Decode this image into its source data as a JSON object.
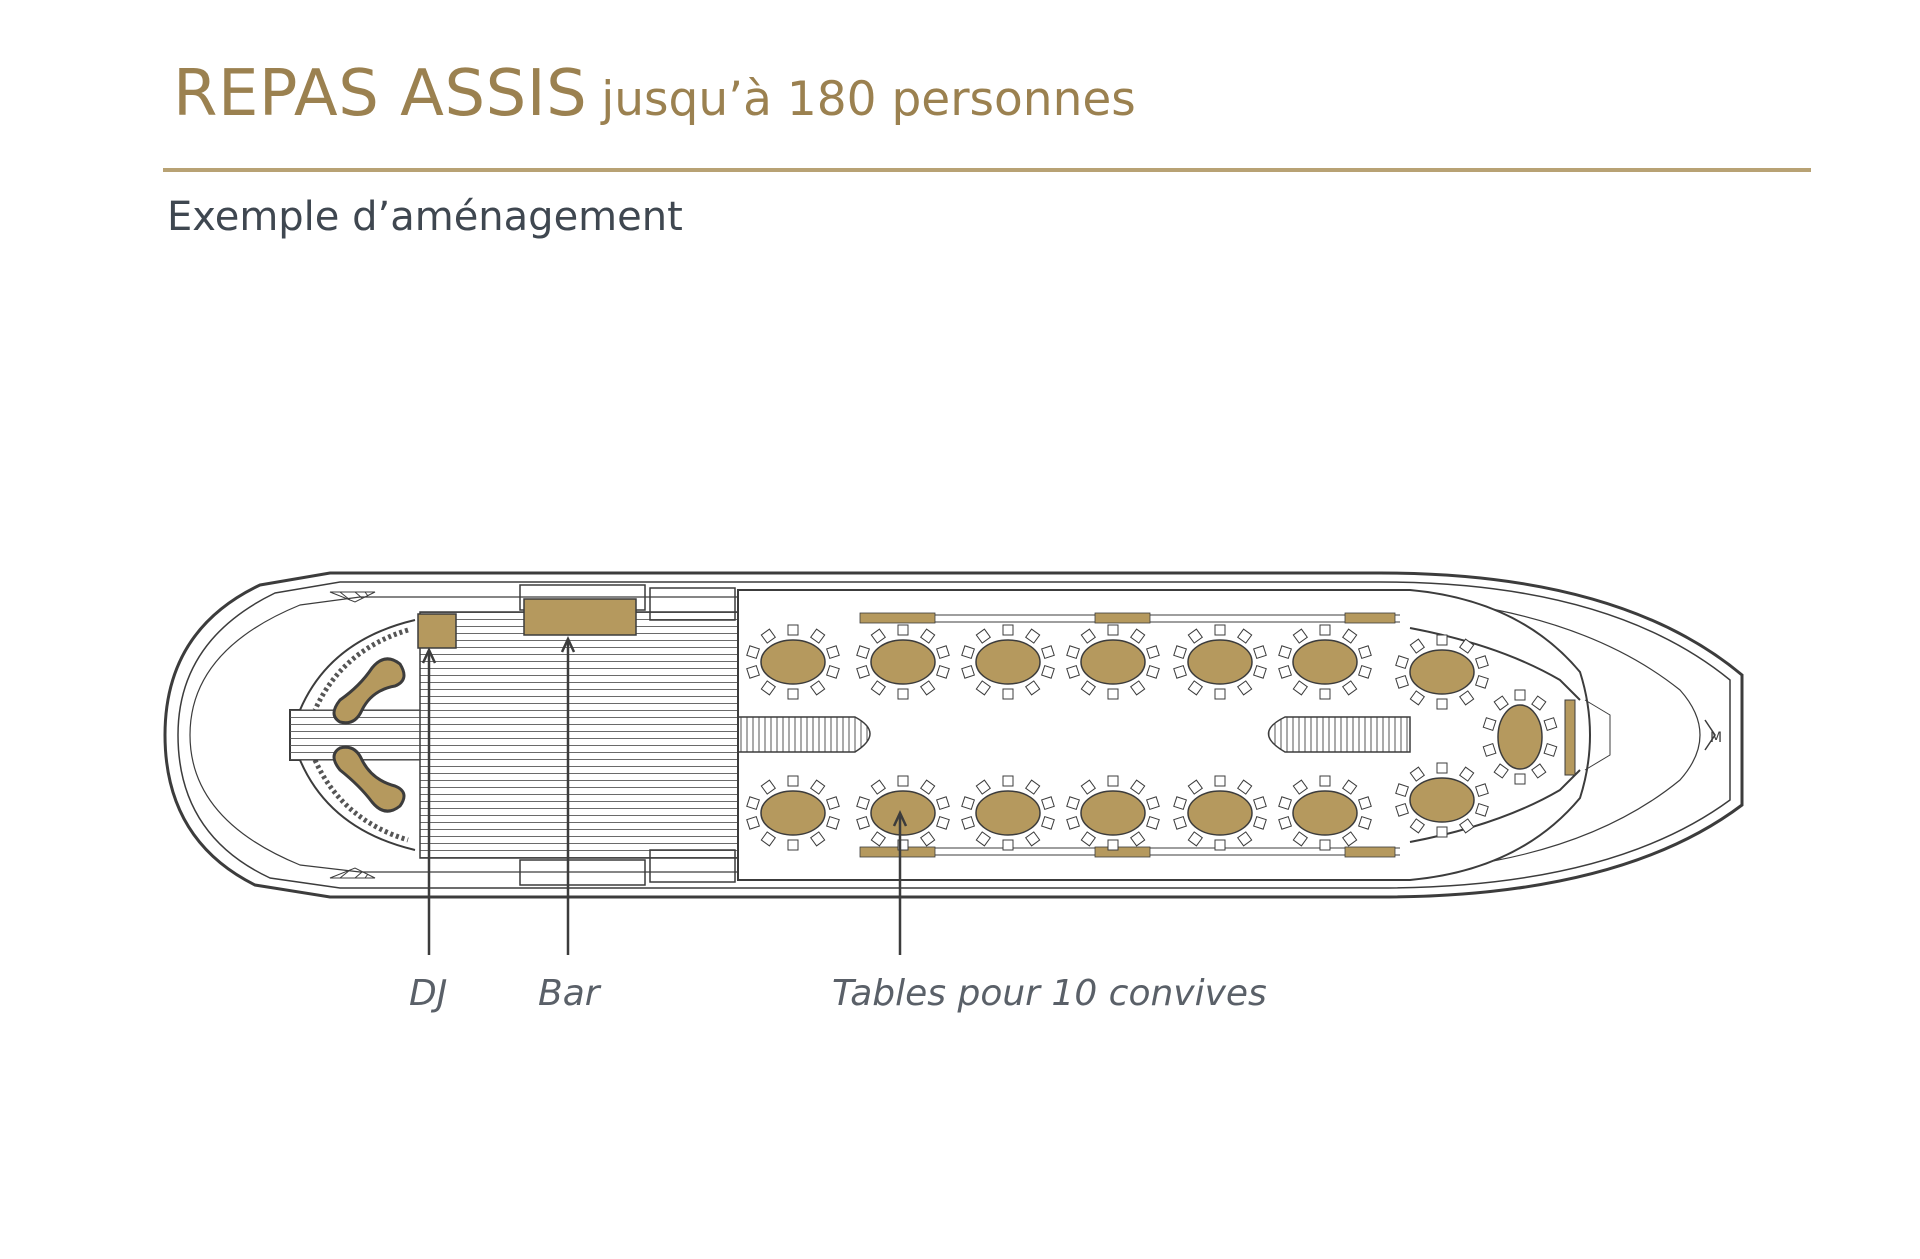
{
  "header": {
    "title_main": "REPAS ASSIS",
    "title_sub": "jusqu’à 180 personnes",
    "subtitle": "Exemple d’aménagement"
  },
  "callouts": [
    {
      "id": "dj",
      "label": "DJ"
    },
    {
      "id": "bar",
      "label": "Bar"
    },
    {
      "id": "tables",
      "label": "Tables pour 10 convives"
    }
  ],
  "plan": {
    "round_tables": 15,
    "seats_per_table": 10,
    "colors": {
      "gold": "#b5995e",
      "line": "#4a4a4a",
      "accent_text": "#9b8150"
    }
  }
}
